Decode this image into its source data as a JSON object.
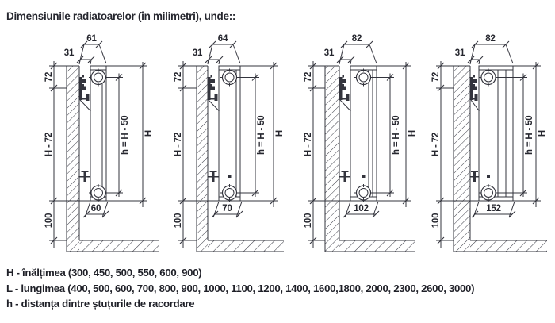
{
  "title": "Dimensiunile radiatoarelor (în milimetri), unde::",
  "diagrams": [
    {
      "id": "radiator-profile-1",
      "top_depth": "61",
      "wall_gap": "31",
      "top_offset": "72",
      "side_height": "H - 72",
      "floor_clearance": "100",
      "bottom_depth": "60",
      "port_distance": "h = H - 50",
      "height": "H"
    },
    {
      "id": "radiator-profile-2",
      "top_depth": "64",
      "wall_gap": "31",
      "top_offset": "72",
      "side_height": "H - 72",
      "floor_clearance": "100",
      "bottom_depth": "70",
      "port_distance": "h = H - 50",
      "height": "H"
    },
    {
      "id": "radiator-profile-3",
      "top_depth": "82",
      "wall_gap": "31",
      "top_offset": "72",
      "side_height": "H - 72",
      "floor_clearance": "100",
      "bottom_depth": "102",
      "port_distance": "h = H - 50",
      "height": "H"
    },
    {
      "id": "radiator-profile-4",
      "top_depth": "82",
      "wall_gap": "31",
      "top_offset": "72",
      "side_height": "H - 72",
      "floor_clearance": "100",
      "bottom_depth": "152",
      "port_distance": "h = H - 50",
      "height": "H"
    }
  ],
  "legend": {
    "height_line": "H - înălțimea (300, 450, 500, 550, 600, 900)",
    "length_line": "L - lungimea (400, 500, 600, 700, 800, 900, 1000, 1100, 1200, 1400, 1600,1800, 2000, 2300, 2600, 3000)",
    "port_line": "h - distanța dintre ștuțurile de racordare"
  },
  "colors": {
    "line": "#33343d",
    "text": "#26272f",
    "background": "#ffffff"
  }
}
